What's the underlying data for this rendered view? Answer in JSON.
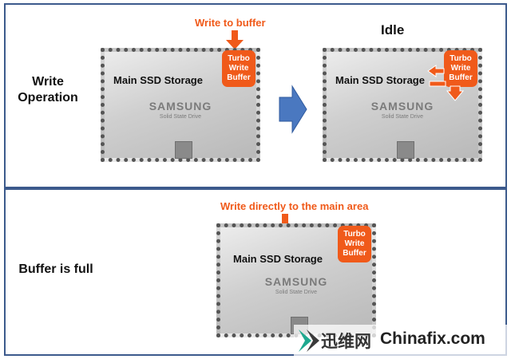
{
  "top_panel": {
    "row_label_line1": "Write",
    "row_label_line2": "Operation",
    "callout": "Write to buffer",
    "idle_label": "Idle"
  },
  "bottom_panel": {
    "row_label": "Buffer is full",
    "callout": "Write directly to the main area"
  },
  "ssd": {
    "title": "Main SSD Storage",
    "brand": "SAMSUNG",
    "subtitle": "Solid State Drive"
  },
  "buffer": {
    "line1": "Turbo",
    "line2": "Write",
    "line3": "Buffer"
  },
  "watermark": {
    "cn_text": "迅维网",
    "domain": "Chinafix.com"
  },
  "colors": {
    "accent": "#f05a1a",
    "panel_border": "#3c5a8c",
    "flow_arrow": "#4a78c0"
  }
}
